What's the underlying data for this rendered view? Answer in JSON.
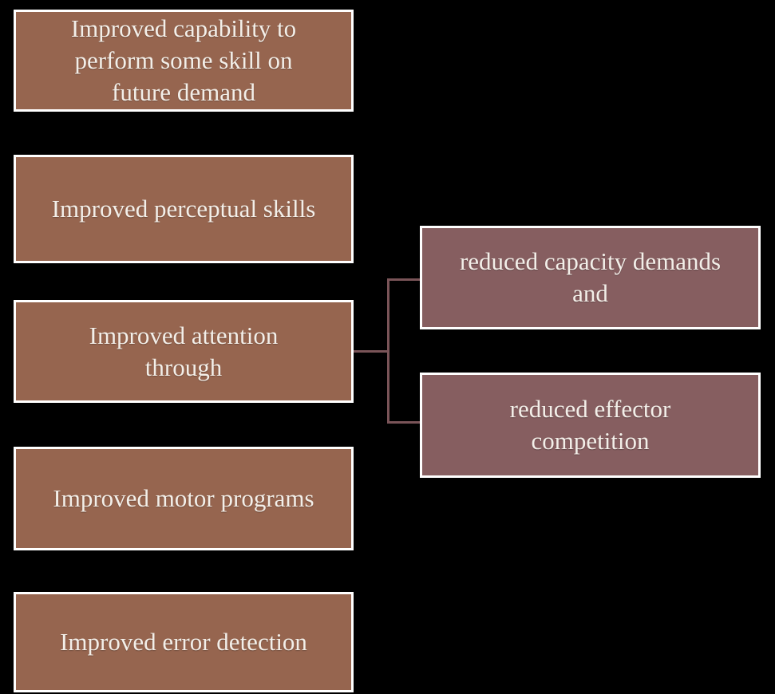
{
  "colors": {
    "background": "#000000",
    "left_box_fill": "#96654F",
    "right_box_fill": "#865E60",
    "box_border": "#FFFFFF",
    "connector_line": "#7A5458",
    "text": "#F3EFE9"
  },
  "diagram": {
    "type": "hierarchy",
    "left_boxes": [
      {
        "id": "future-capability",
        "label": "Improved capability to\nperform some skill on\nfuture demand"
      },
      {
        "id": "perceptual-skills",
        "label": "Improved perceptual skills"
      },
      {
        "id": "attention",
        "label": "Improved attention\nthrough"
      },
      {
        "id": "motor-programs",
        "label": "Improved motor programs"
      },
      {
        "id": "error-detection",
        "label": "Improved error detection"
      }
    ],
    "right_boxes": [
      {
        "id": "reduced-capacity",
        "label": "reduced capacity demands\nand"
      },
      {
        "id": "reduced-effector",
        "label": "reduced effector\ncompetition"
      }
    ],
    "connections": [
      {
        "from": "attention",
        "to": "reduced-capacity"
      },
      {
        "from": "attention",
        "to": "reduced-effector"
      }
    ]
  }
}
